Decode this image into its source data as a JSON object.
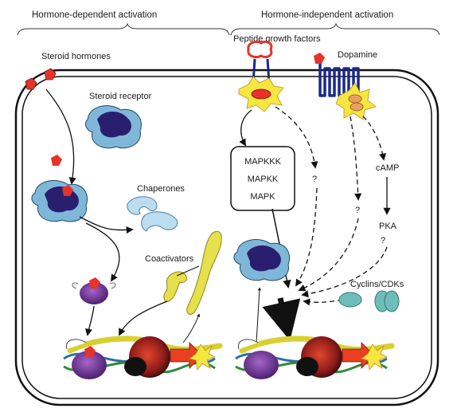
{
  "headers": {
    "left": "Hormone-dependent activation",
    "right": "Hormone-independent activation"
  },
  "labels": {
    "steroid_hormones": "Steroid hormones",
    "steroid_receptor": "Steroid receptor",
    "chaperones": "Chaperones",
    "coactivators": "Coactivators",
    "peptide_growth_factors": "Peptide growth factors",
    "dopamine": "Dopamine",
    "camp": "cAMP",
    "pka": "PKA",
    "question_1": "?",
    "question_2": "?",
    "question_3": "?",
    "cyclins_cdks": "Cyclins/CDKs"
  },
  "kinase_cascade": [
    "MAPKKK",
    "MAPKK",
    "MAPK"
  ],
  "colors": {
    "receptor_blue": "#7fb7d8",
    "receptor_dark": "#2a1f6e",
    "hormone_red": "#e8322a",
    "coactivator_yellow": "#e6e04a",
    "chaperone_light": "#bcdcef",
    "purple": "#7a3c9e",
    "teal": "#6fbcb8",
    "membrane": "#222222"
  }
}
